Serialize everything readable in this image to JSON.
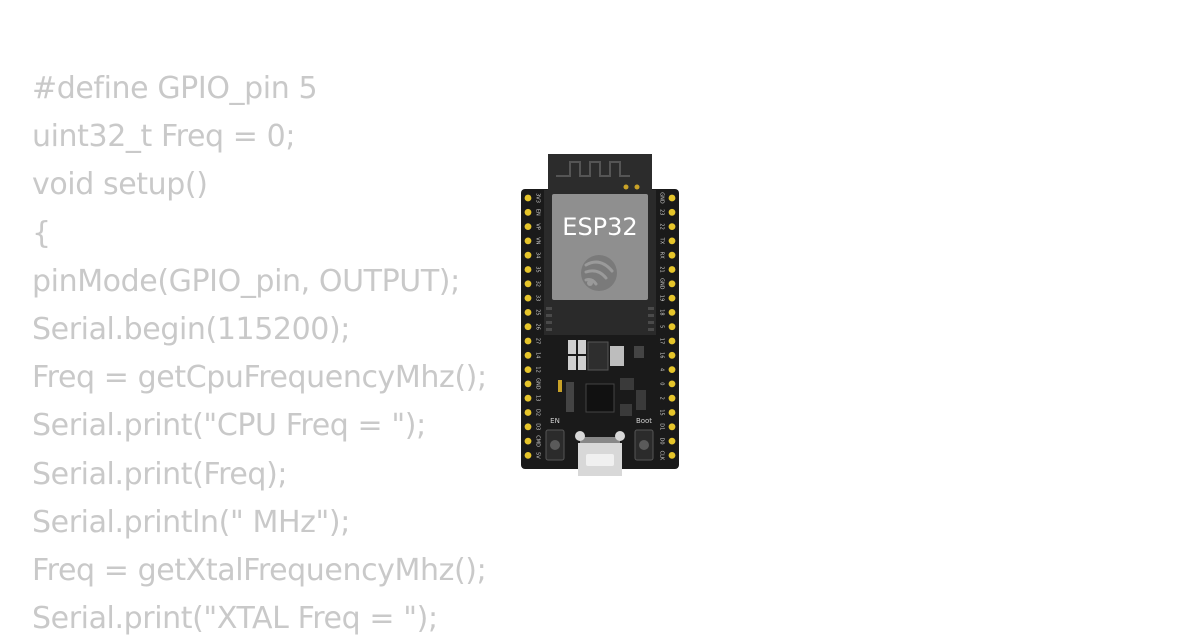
{
  "code": {
    "lines": [
      "#define GPIO_pin 5",
      "uint32_t Freq = 0;",
      "void setup()",
      "{",
      "pinMode(GPIO_pin, OUTPUT);",
      "Serial.begin(115200);",
      "Freq = getCpuFrequencyMhz();",
      "Serial.print(\"CPU Freq = \");",
      "Serial.print(Freq);",
      "Serial.println(\" MHz\");",
      "Freq = getXtalFrequencyMhz();",
      "Serial.print(\"XTAL Freq = \");"
    ]
  },
  "board": {
    "chip_label": "ESP32",
    "en_label": "EN",
    "boot_label": "Boot",
    "left_pins": [
      "3V3",
      "EN",
      "VP",
      "VN",
      "34",
      "35",
      "32",
      "33",
      "25",
      "26",
      "27",
      "14",
      "12",
      "GND",
      "13",
      "D2",
      "D3",
      "CMD",
      "5V"
    ],
    "right_pins": [
      "GND",
      "23",
      "22",
      "TX",
      "RX",
      "21",
      "GND",
      "19",
      "18",
      "5",
      "17",
      "16",
      "4",
      "0",
      "2",
      "15",
      "D1",
      "D0",
      "CLK"
    ],
    "colors": {
      "pcb": "#1a1a1a",
      "shield": "#8f8f8f",
      "pin": "#e6c52a",
      "code_text": "#c9c9c9"
    }
  }
}
